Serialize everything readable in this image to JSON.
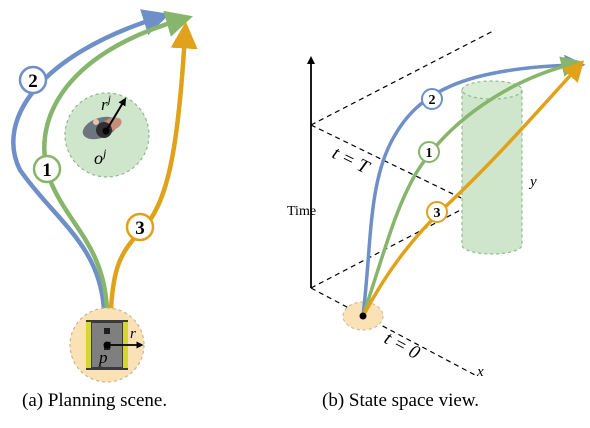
{
  "figure": {
    "left_panel": {
      "caption": "(a) Planning scene.",
      "obstacle_radius_label": "r",
      "obstacle_radius_sup": "j",
      "obstacle_label": "o",
      "obstacle_sup": "j",
      "robot_position_label": "p",
      "robot_radius_label": "r",
      "trajectories": [
        {
          "label": "2",
          "color": "#6f8fc8"
        },
        {
          "label": "1",
          "color": "#86b56b"
        },
        {
          "label": "3",
          "color": "#e0a21a"
        }
      ]
    },
    "right_panel": {
      "caption": "(b) State space view.",
      "time_axis_label": "Time",
      "t_end_label": "t = T",
      "t_start_label": "t = 0",
      "x_axis_label": "x",
      "y_axis_label": "y",
      "trajectories": [
        {
          "label": "2",
          "color": "#6f8fc8"
        },
        {
          "label": "1",
          "color": "#86b56b"
        },
        {
          "label": "3",
          "color": "#e0a21a"
        }
      ]
    },
    "colors": {
      "blue": "#6f8fc8",
      "green": "#86b56b",
      "orange": "#e0a21a",
      "obstacle_fill": "#cfe6cc",
      "robot_fill": "#fbe1b6"
    }
  }
}
